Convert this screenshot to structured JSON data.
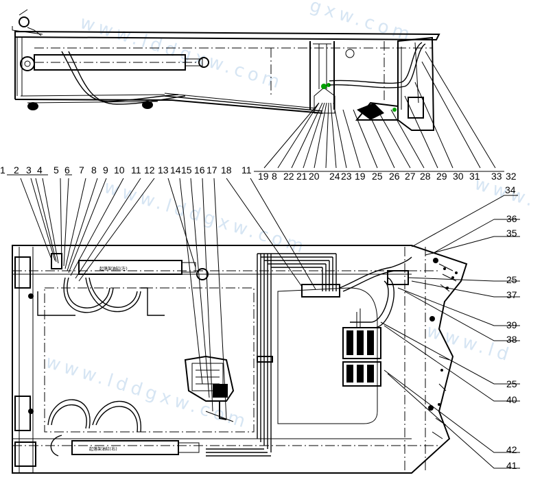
{
  "watermark": {
    "text_top": "www.lddgxw.com",
    "text_mid": "www.lddgxw.com",
    "text_bottom": "www.lddgxw.com",
    "text_right": "www.ld",
    "text_right2": "www.",
    "text_corner": "gxw.com",
    "color": "#c9ddf0"
  },
  "cylinder_labels": {
    "upper": "起落架油缸(左)",
    "lower": "起落架油缸(右)"
  },
  "callouts_side_view": [
    "19",
    "8",
    "22",
    "21",
    "20",
    "24",
    "23",
    "19",
    "25",
    "26",
    "27",
    "28",
    "29",
    "30",
    "31",
    "33",
    "32"
  ],
  "callouts_plan_top": [
    "1",
    "2",
    "3",
    "4",
    "5",
    "6",
    "7",
    "8",
    "9",
    "10",
    "11",
    "12",
    "13",
    "14",
    "15",
    "16",
    "17",
    "18",
    "11"
  ],
  "callouts_plan_right": [
    {
      "n": "34"
    },
    {
      "n": "36",
      "d": "35"
    },
    {
      "n": "25",
      "d": "37"
    },
    {
      "n": "39",
      "d": "38"
    },
    {
      "n": "25",
      "d": "40"
    },
    {
      "n": "42",
      "d": "41"
    }
  ],
  "colors": {
    "line": "#000000",
    "marker": "#00a000"
  }
}
